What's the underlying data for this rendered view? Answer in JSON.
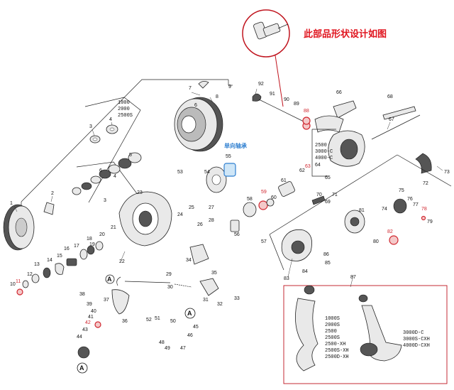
{
  "note": {
    "text": "此部品形状设计如图"
  },
  "bearing_label": {
    "text": "单向轴承"
  },
  "callouts": [
    "A",
    "A",
    "A"
  ],
  "spool_sizes": [
    "1000",
    "2000",
    "2500S"
  ],
  "body_sizes": [
    "2500",
    "3000-C",
    "4000-C"
  ],
  "handle_sizes_left": [
    "1000S",
    "2000S",
    "2500",
    "2500S",
    "2500-XH",
    "2500S-XH",
    "2500D-XH"
  ],
  "handle_sizes_right": [
    "3000D-C",
    "3000S-CXH",
    "4000D-CXH"
  ],
  "parts": {
    "p1": "1",
    "p2": "2",
    "p3a": "3",
    "p3b": "3",
    "p4a": "4",
    "p4b": "4",
    "p5": "5",
    "p6a": "6",
    "p6b": "6",
    "p7": "7",
    "p8": "8",
    "p9": "9",
    "p10": "10",
    "p11": "11",
    "p12": "12",
    "p13": "13",
    "p14": "14",
    "p15": "15",
    "p16": "16",
    "p17": "17",
    "p18": "18",
    "p19": "19",
    "p20": "20",
    "p21": "21",
    "p22": "22",
    "p23": "23",
    "p24": "24",
    "p25": "25",
    "p26": "26",
    "p27": "27",
    "p28": "28",
    "p29": "29",
    "p30": "30",
    "p31": "31",
    "p32": "32",
    "p33": "33",
    "p34": "34",
    "p35": "35",
    "p36": "36",
    "p37": "37",
    "p38": "38",
    "p39": "39",
    "p40": "40",
    "p41": "41",
    "p42": "42",
    "p43": "43",
    "p44": "44",
    "p45": "45",
    "p46": "46",
    "p47": "47",
    "p48": "48",
    "p49": "49",
    "p50": "50",
    "p51": "51",
    "p52": "52",
    "p53": "53",
    "p54": "54",
    "p55": "55",
    "p56": "56",
    "p57": "57",
    "p58": "58",
    "p59": "59",
    "p60": "60",
    "p61": "61",
    "p62": "62",
    "p63": "63",
    "p64": "64",
    "p65": "65",
    "p66": "66",
    "p67": "67",
    "p68": "68",
    "p69": "69",
    "p70": "70",
    "p71": "71",
    "p72": "72",
    "p73": "73",
    "p74": "74",
    "p75": "75",
    "p76": "76",
    "p77": "77",
    "p78": "78",
    "p79": "79",
    "p80": "80",
    "p81": "81",
    "p82": "82",
    "p83": "83",
    "p84": "84",
    "p85": "85",
    "p86": "86",
    "p87": "87",
    "p88": "88",
    "p89": "89",
    "p90": "90",
    "p91": "91",
    "p92": "92"
  },
  "colors": {
    "highlight_red": "#d0262f",
    "note_red": "#e0141e",
    "bearing_blue": "#2f7fd0"
  }
}
